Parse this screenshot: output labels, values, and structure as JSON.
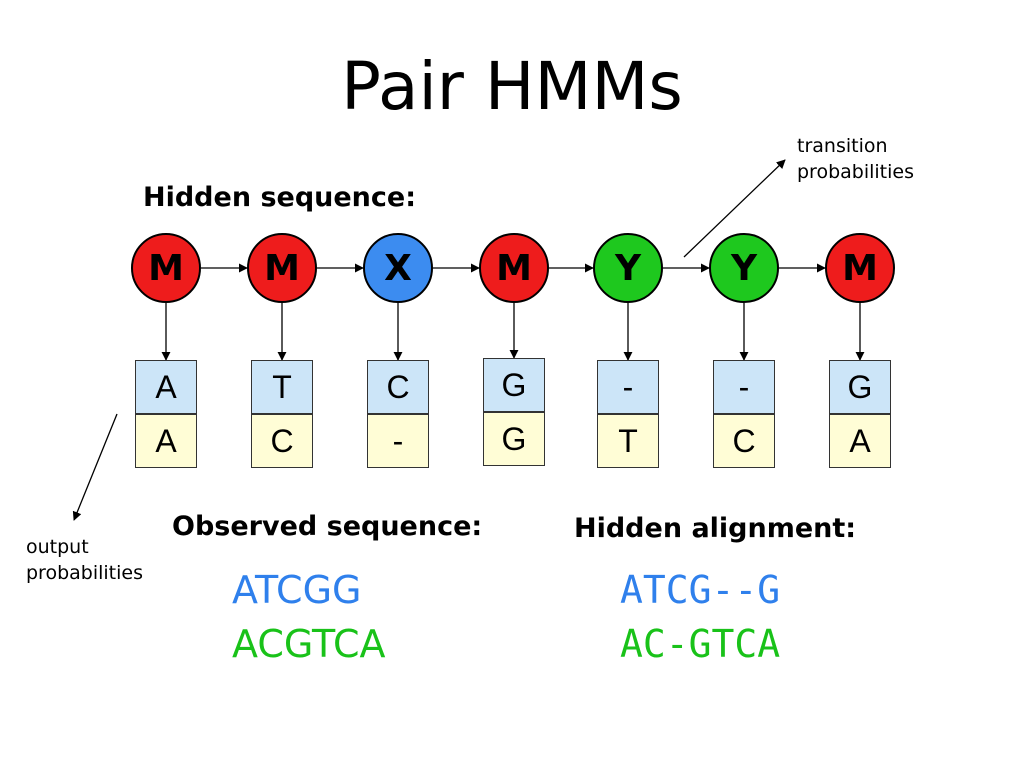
{
  "title": "Pair HMMs",
  "hidden_sequence_label": "Hidden sequence:",
  "observed_sequence_label": "Observed sequence:",
  "hidden_alignment_label": "Hidden alignment:",
  "transition_label_1": "transition",
  "transition_label_2": "probabilities",
  "output_label_1": "output",
  "output_label_2": "probabilities",
  "states": [
    {
      "label": "M",
      "color": "#ee1c1c"
    },
    {
      "label": "M",
      "color": "#ee1c1c"
    },
    {
      "label": "X",
      "color": "#3c8cf0"
    },
    {
      "label": "M",
      "color": "#ee1c1c"
    },
    {
      "label": "Y",
      "color": "#1ec81e"
    },
    {
      "label": "Y",
      "color": "#1ec81e"
    },
    {
      "label": "M",
      "color": "#ee1c1c"
    }
  ],
  "emissions": [
    {
      "top": "A",
      "bottom": "A"
    },
    {
      "top": "T",
      "bottom": "C"
    },
    {
      "top": "C",
      "bottom": "-"
    },
    {
      "top": "G",
      "bottom": "G"
    },
    {
      "top": "-",
      "bottom": "T"
    },
    {
      "top": "-",
      "bottom": "C"
    },
    {
      "top": "G",
      "bottom": "A"
    }
  ],
  "colors": {
    "top_cell": "#cce5f8",
    "bottom_cell": "#fffdd6",
    "seq1": "#2f80ec",
    "seq2": "#19c219"
  },
  "observed": {
    "seq1": "ATCGG",
    "seq2": "ACGTCA"
  },
  "alignment": {
    "seq1": "ATCG--G",
    "seq2": "AC-GTCA"
  }
}
